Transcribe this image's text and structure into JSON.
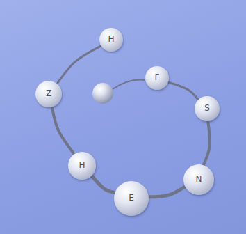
{
  "diagram": {
    "nodes": [
      {
        "text": [
          "H"
        ]
      },
      {
        "text": [
          "Z"
        ]
      },
      {
        "text": [
          "H"
        ]
      },
      {
        "text": [
          "E"
        ]
      },
      {
        "text": [
          "N"
        ]
      },
      {
        "text": [
          "S"
        ]
      },
      {
        "text": [
          "F"
        ]
      }
    ],
    "edges": [
      {
        "from": 0,
        "to": 1,
        "arrow": "none"
      },
      {
        "from": 1,
        "to": 2,
        "arrow": "none"
      },
      {
        "from": 2,
        "to": 3,
        "arrow": "none"
      },
      {
        "from": 3,
        "to": 4,
        "arrow": "none"
      },
      {
        "from": 4,
        "to": 5,
        "arrow": "none"
      },
      {
        "from": 5,
        "to": 6,
        "arrow": "none"
      }
    ]
  }
}
